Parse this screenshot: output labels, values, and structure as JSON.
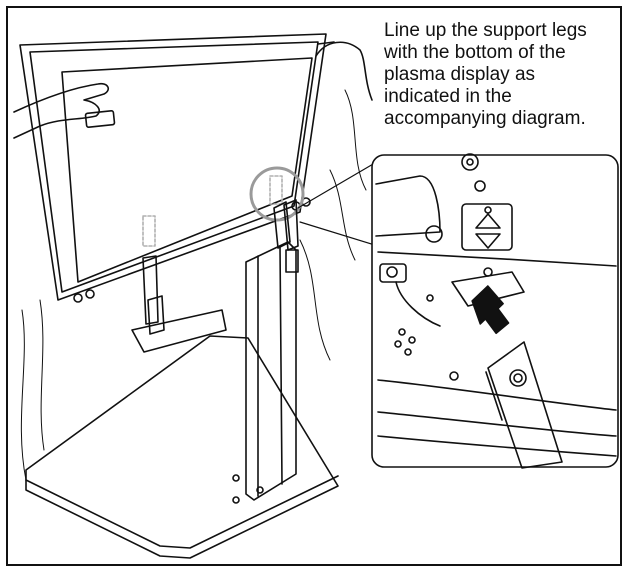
{
  "instruction": {
    "lines": [
      "Line up the support legs",
      "with the bottom of the",
      "plasma display as",
      "indicated in the",
      "accompanying diagram."
    ]
  },
  "colors": {
    "line": "#111111",
    "background": "#ffffff",
    "highlight_circle": "#9a9a9a",
    "placement_mark": "#b0b0b0"
  },
  "icons": {
    "direction_arrow": "up-right-arrow",
    "alignment_marker": "double-triangle-marker"
  }
}
